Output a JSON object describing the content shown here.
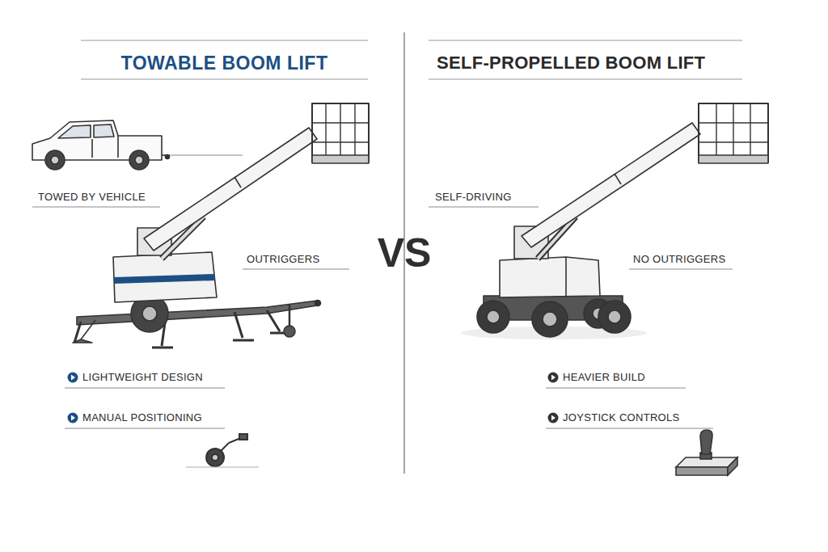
{
  "diagram": {
    "labels": [
      "TOWABLE BOOM LIFT",
      "SELF-PROPELLED BOOM LIFT",
      "VS",
      "TOWED BY VEHICLE",
      "OUTRIGGERS",
      "LIGHTWEIGHT DESIGN",
      "MANUAL POSITIONING",
      "SELF-DRIVING",
      "NO OUTRIGGERS",
      "HEAVIER BUILD",
      "JOYSTICK CONTROLS"
    ]
  }
}
